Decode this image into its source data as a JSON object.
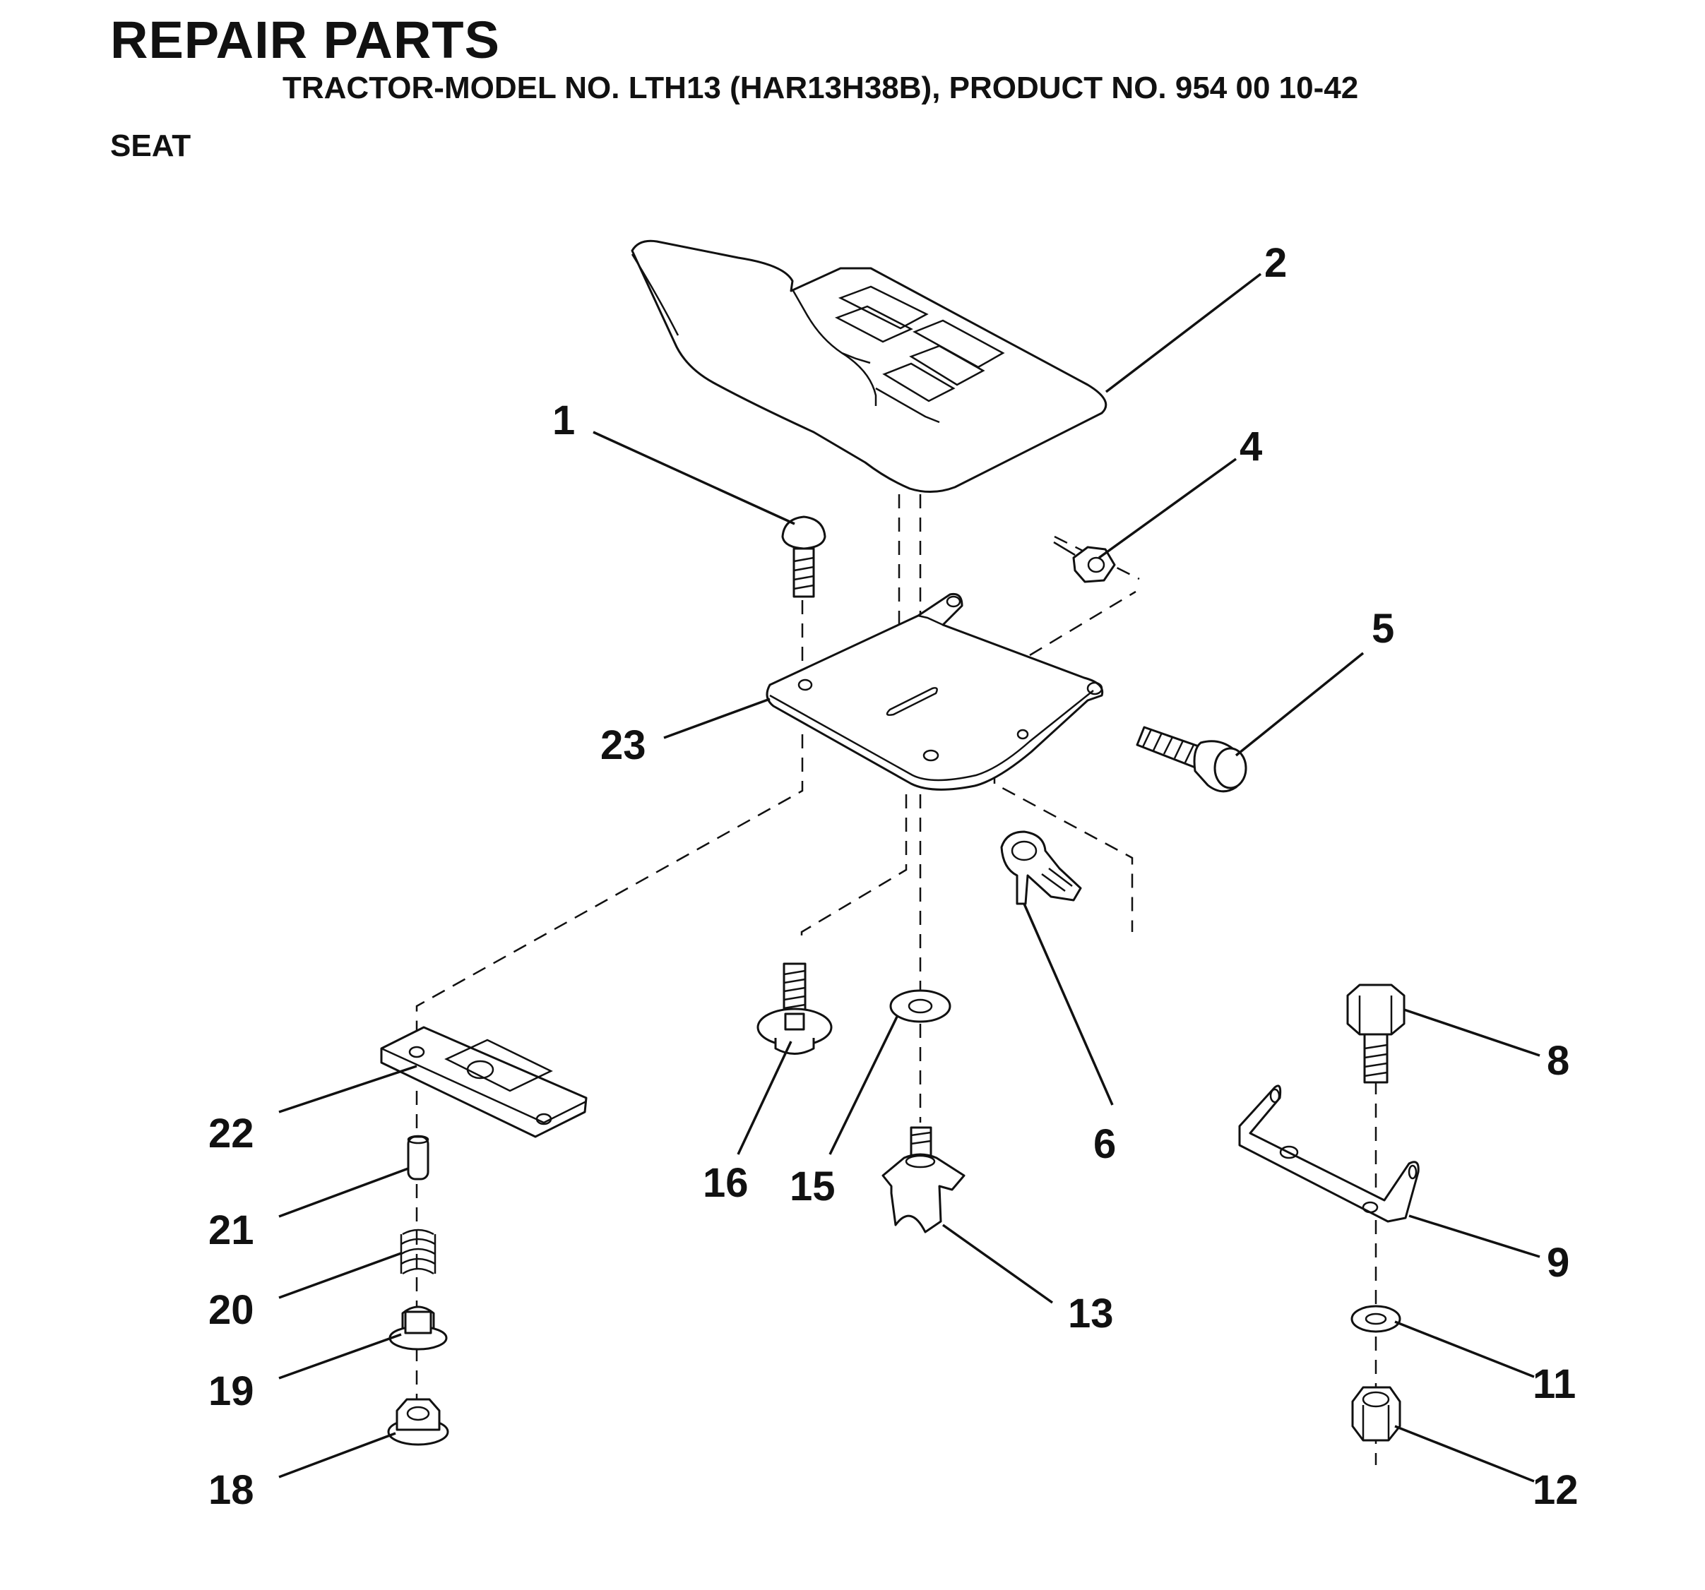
{
  "header": {
    "title": "REPAIR PARTS",
    "subtitle": "TRACTOR-MODEL NO. LTH13 (HAR13H38B), PRODUCT NO. 954 00 10-42",
    "section": "SEAT"
  },
  "callouts": {
    "seat": "2",
    "carriage_bolt": "1",
    "nut": "4",
    "bolt": "5",
    "seat_pan": "23",
    "clip": "6",
    "shoulder_bolt": "16",
    "washer": "15",
    "knob": "13",
    "hex_bolt": "8",
    "bracket": "9",
    "flat_washer": "11",
    "lock_nut": "12",
    "slide_plate": "22",
    "pin": "21",
    "spring": "20",
    "bushing": "19",
    "flange_nut": "18"
  }
}
